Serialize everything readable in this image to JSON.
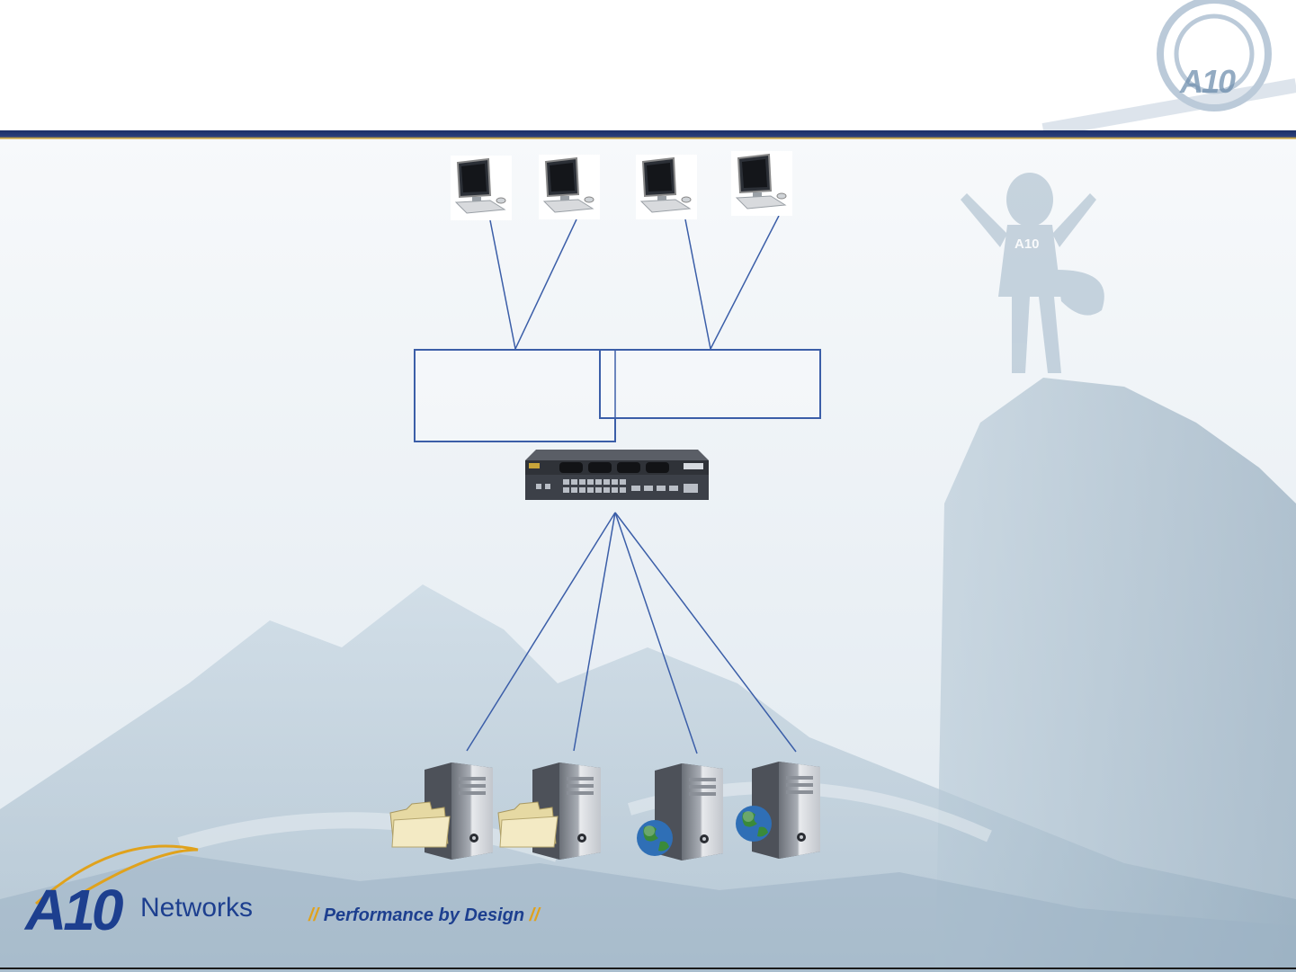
{
  "logo": {
    "brand": "A10",
    "wordmark": "Networks",
    "tagline": "Performance by Design",
    "slash_left": "//",
    "slash_right": "//"
  },
  "corner_logo": {
    "brand": "A10"
  },
  "mascot": {
    "chest_mark": "A10"
  },
  "diagram": {
    "clients": [
      {
        "icon": "desktop-computer-icon"
      },
      {
        "icon": "desktop-computer-icon"
      },
      {
        "icon": "desktop-computer-icon"
      },
      {
        "icon": "desktop-computer-icon"
      }
    ],
    "device": {
      "icon": "a10-appliance-icon"
    },
    "servers": [
      {
        "icon": "file-server-icon"
      },
      {
        "icon": "file-server-icon"
      },
      {
        "icon": "web-server-icon"
      },
      {
        "icon": "web-server-icon"
      }
    ]
  },
  "colors": {
    "header_bar": "#1b2f66",
    "accent_gold": "#e0a21c",
    "line_blue": "#3b5ea8",
    "brand_blue": "#1d3f8f"
  }
}
